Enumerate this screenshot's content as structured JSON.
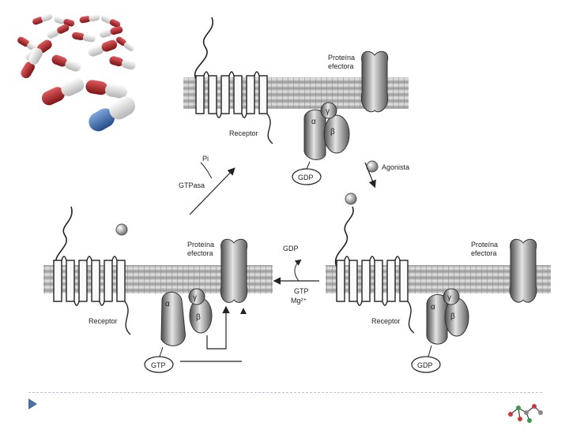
{
  "slide": {
    "decorations": [
      "pill-capsules-image",
      "molecule-logo-icon",
      "slide-bullet-icon"
    ]
  },
  "diagram": {
    "labels": {
      "effector_protein": [
        "Proteína",
        "efectora"
      ],
      "receptor": "Receptor",
      "gdp": "GDP",
      "gtp": "GTP",
      "pi": "Pi",
      "gtpase": "GTPasa",
      "agonist": "Agonista",
      "alpha": "α",
      "beta": "β",
      "gamma": "γ",
      "gtp_mg": "GTP",
      "mg": "Mg²⁺"
    },
    "colors": {
      "membrane": "#c9c9c9",
      "protein_dark": "#5a5a5a",
      "protein_light": "#dcdcdc",
      "capsule_red": "#b3262b",
      "capsule_blue": "#3d6fb0",
      "bullet": "#4a6fa5"
    }
  }
}
